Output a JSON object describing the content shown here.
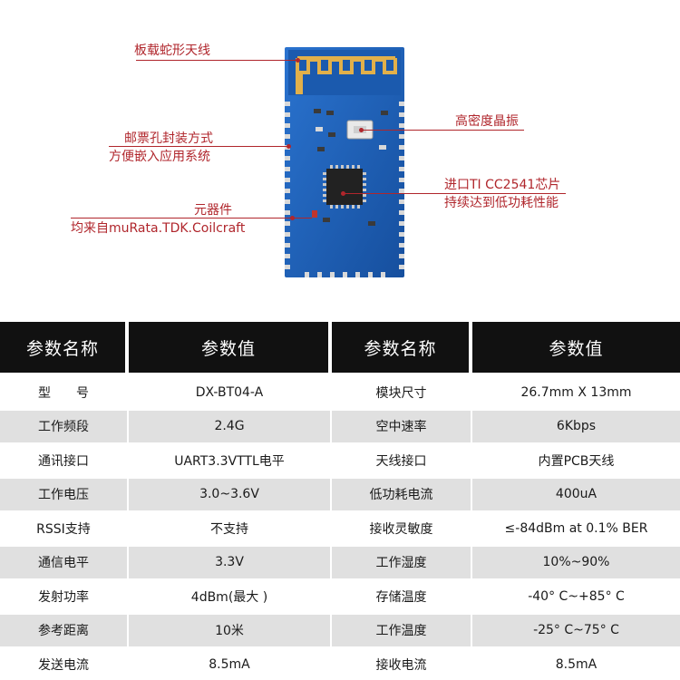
{
  "callouts": {
    "antenna": "板载蛇形天线",
    "stamp_line1": "邮票孔封装方式",
    "stamp_line2": "方便嵌入应用系统",
    "components_line1": "元器件",
    "components_line2": "均来自muRata.TDK.Coilcraft",
    "crystal": "高密度晶振",
    "chip_line1": "进口TI CC2541芯片",
    "chip_line2": "持续达到低功耗性能"
  },
  "colors": {
    "pcb_blue": "#1d5fb8",
    "callout_red": "#b0262c",
    "header_black": "#111111",
    "row_gray": "#e0e0e0"
  },
  "table": {
    "headers": [
      "参数名称",
      "参数值",
      "参数名称",
      "参数值"
    ],
    "rows": [
      [
        "型　　号",
        "DX-BT04-A",
        "模块尺寸",
        "26.7mm X 13mm"
      ],
      [
        "工作频段",
        "2.4G",
        "空中速率",
        "6Kbps"
      ],
      [
        "通讯接口",
        "UART3.3VTTL电平",
        "天线接口",
        "内置PCB天线"
      ],
      [
        "工作电压",
        "3.0~3.6V",
        "低功耗电流",
        "400uA"
      ],
      [
        "RSSI支持",
        "不支持",
        "接收灵敏度",
        "≤-84dBm at 0.1% BER"
      ],
      [
        "通信电平",
        "3.3V",
        "工作湿度",
        "10%~90%"
      ],
      [
        "发射功率",
        "4dBm(最大 )",
        "存储温度",
        "-40° C~+85° C"
      ],
      [
        "参考距离",
        "10米",
        "工作温度",
        "-25° C~75° C"
      ],
      [
        "发送电流",
        "8.5mA",
        "接收电流",
        "8.5mA"
      ]
    ]
  }
}
